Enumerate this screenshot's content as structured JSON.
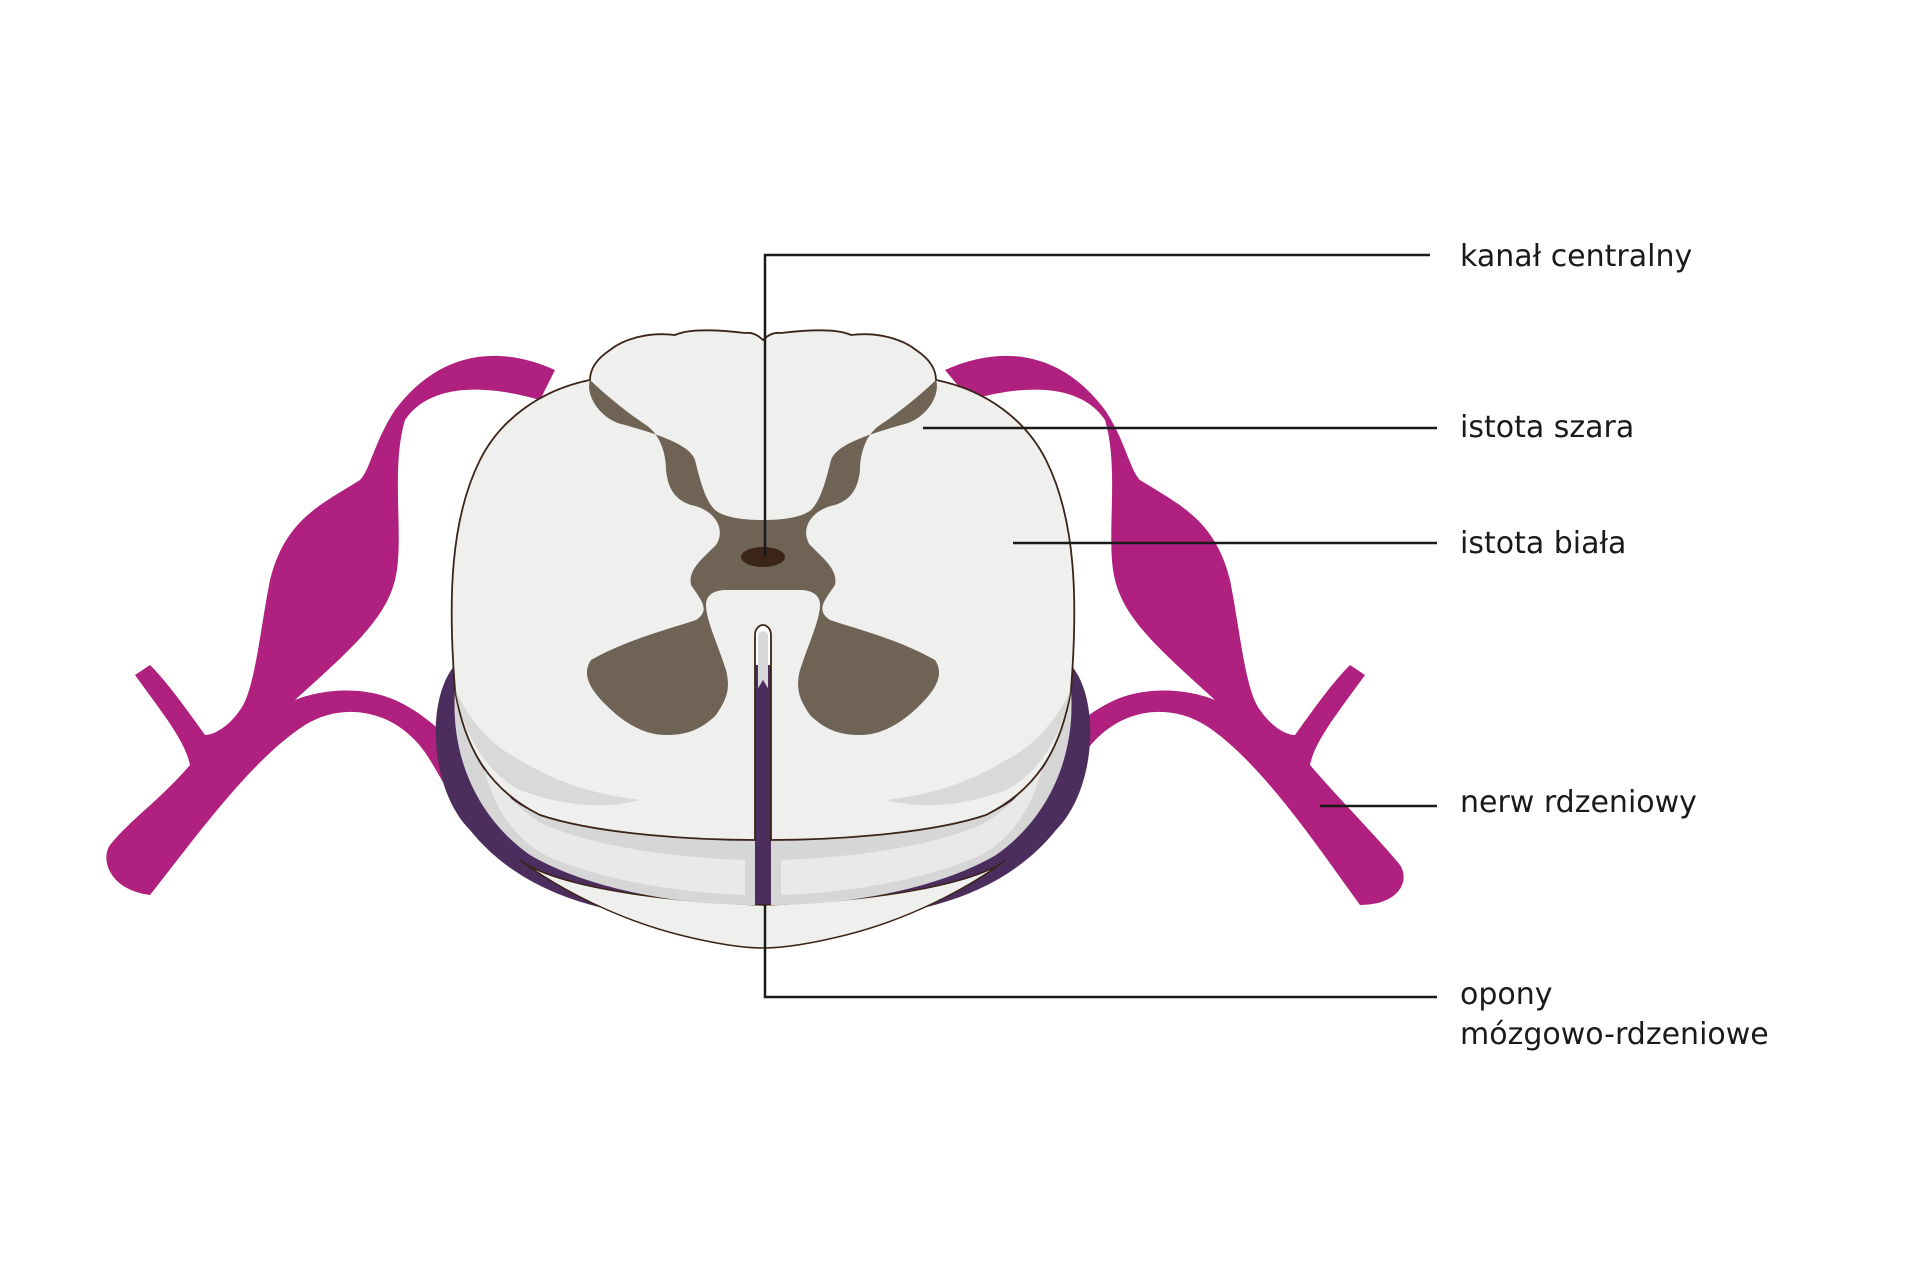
{
  "labels": {
    "central_canal": "kanał centralny",
    "gray_matter": "istota szara",
    "white_matter": "istota biała",
    "spinal_nerve": "nerw rdzeniowy",
    "meninges_line1": "opony",
    "meninges_line2": "mózgowo-rdzeniowe"
  },
  "colors": {
    "nerve": "#b0207f",
    "gray_matter": "#6f6356",
    "white_matter": "#efefee",
    "meninges": "#4b2d5e",
    "central_canal": "#3b2418"
  }
}
